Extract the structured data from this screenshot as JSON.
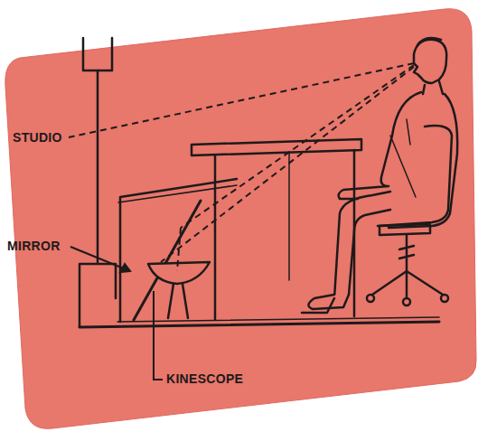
{
  "diagram": {
    "labels": [
      "STUDIO",
      "MIRROR",
      "KINESCOPE"
    ]
  }
}
